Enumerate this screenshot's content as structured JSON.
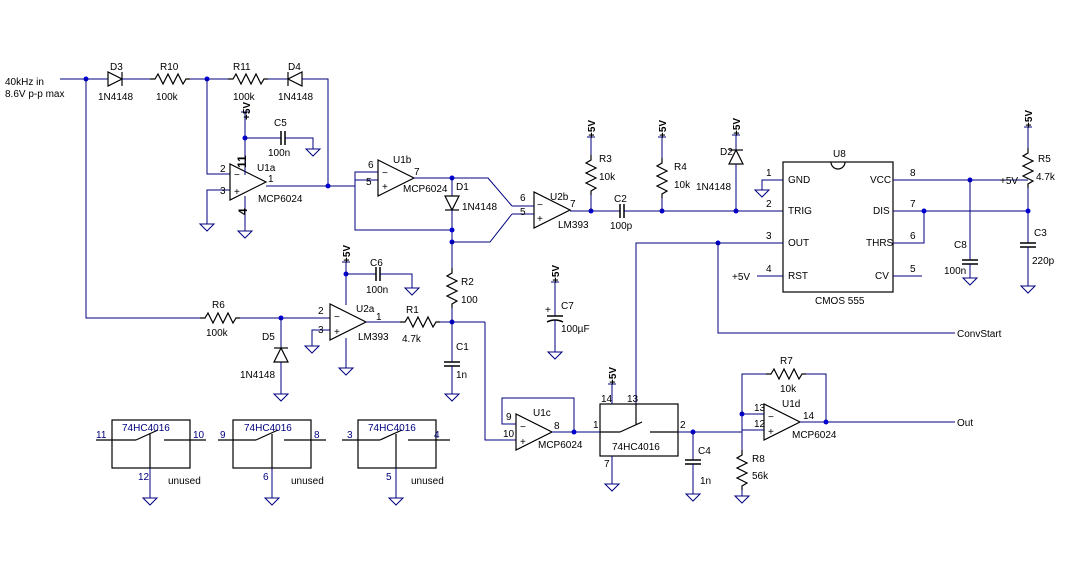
{
  "input_label": [
    "40kHz in",
    "8.6V p-p max"
  ],
  "parts": {
    "D3": {
      "ref": "D3",
      "val": "1N4148"
    },
    "R10": {
      "ref": "R10",
      "val": "100k"
    },
    "R11": {
      "ref": "R11",
      "val": "100k"
    },
    "D4": {
      "ref": "D4",
      "val": "1N4148"
    },
    "C5": {
      "ref": "C5",
      "val": "100n"
    },
    "U1a": {
      "ref": "U1a",
      "val": "MCP6024",
      "pins": [
        "2",
        "3",
        "1",
        "11",
        "4"
      ]
    },
    "U1b": {
      "ref": "U1b",
      "val": "MCP6024",
      "pins": [
        "6",
        "5",
        "7"
      ]
    },
    "D1": {
      "ref": "D1",
      "val": "1N4148"
    },
    "U2b": {
      "ref": "U2b",
      "val": "LM393",
      "pins": [
        "6",
        "5",
        "7"
      ]
    },
    "R3": {
      "ref": "R3",
      "val": "10k"
    },
    "C2": {
      "ref": "C2",
      "val": "100p"
    },
    "R4": {
      "ref": "R4",
      "val": "10k"
    },
    "D2": {
      "ref": "D2",
      "val": "1N4148"
    },
    "U8": {
      "ref": "U8",
      "val": "CMOS 555",
      "left_pins": [
        [
          "1",
          "GND"
        ],
        [
          "2",
          "TRIG"
        ],
        [
          "3",
          "OUT"
        ],
        [
          "4",
          "RST"
        ]
      ],
      "right_pins": [
        [
          "8",
          "VCC"
        ],
        [
          "7",
          "DIS"
        ],
        [
          "6",
          "THRS"
        ],
        [
          "5",
          "CV"
        ]
      ]
    },
    "R5": {
      "ref": "R5",
      "val": "4.7k"
    },
    "C3": {
      "ref": "C3",
      "val": "220p"
    },
    "C8": {
      "ref": "C8",
      "val": "100n"
    },
    "C6": {
      "ref": "C6",
      "val": "100n"
    },
    "R2": {
      "ref": "R2",
      "val": "100"
    },
    "C7": {
      "ref": "C7",
      "val": "100µF"
    },
    "R6": {
      "ref": "R6",
      "val": "100k"
    },
    "D5": {
      "ref": "D5",
      "val": "1N4148"
    },
    "U2a": {
      "ref": "U2a",
      "val": "LM393",
      "pins": [
        "2",
        "3",
        "1"
      ]
    },
    "R1": {
      "ref": "R1",
      "val": "4.7k"
    },
    "C1": {
      "ref": "C1",
      "val": "1n"
    },
    "U1c": {
      "ref": "U1c",
      "val": "MCP6024",
      "pins": [
        "9",
        "10",
        "8"
      ]
    },
    "SW1": {
      "val": "74HC4016",
      "pins": [
        "1",
        "2",
        "14",
        "13",
        "7"
      ]
    },
    "C4": {
      "ref": "C4",
      "val": "1n"
    },
    "R7": {
      "ref": "R7",
      "val": "10k"
    },
    "U1d": {
      "ref": "U1d",
      "val": "MCP6024",
      "pins": [
        "13",
        "12",
        "14"
      ]
    },
    "R8": {
      "ref": "R8",
      "val": "56k"
    },
    "SW2": {
      "val": "74HC4016",
      "pins": [
        "11",
        "10",
        "12"
      ],
      "note": "unused"
    },
    "SW3": {
      "val": "74HC4016",
      "pins": [
        "9",
        "8",
        "6"
      ],
      "note": "unused"
    },
    "SW4": {
      "val": "74HC4016",
      "pins": [
        "3",
        "4",
        "5"
      ],
      "note": "unused"
    }
  },
  "power_label": "+5V",
  "net_labels": {
    "convstart": "ConvStart",
    "out": "Out"
  }
}
